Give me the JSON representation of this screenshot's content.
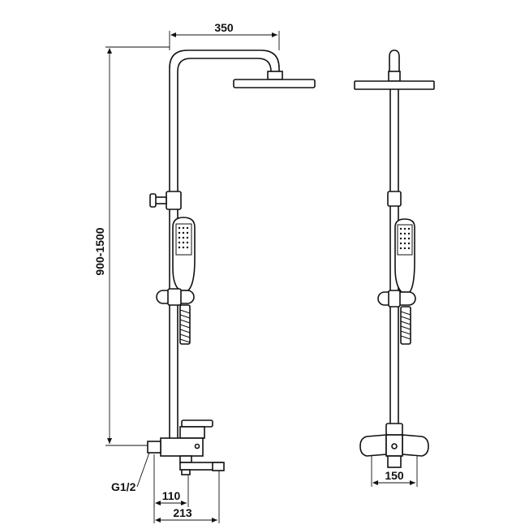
{
  "dimensions": {
    "head_reach": "350",
    "height_range": "900-1500",
    "inlet_thread": "G1/2",
    "spout_offset": "110",
    "spout_reach": "213",
    "mixer_width": "150"
  }
}
